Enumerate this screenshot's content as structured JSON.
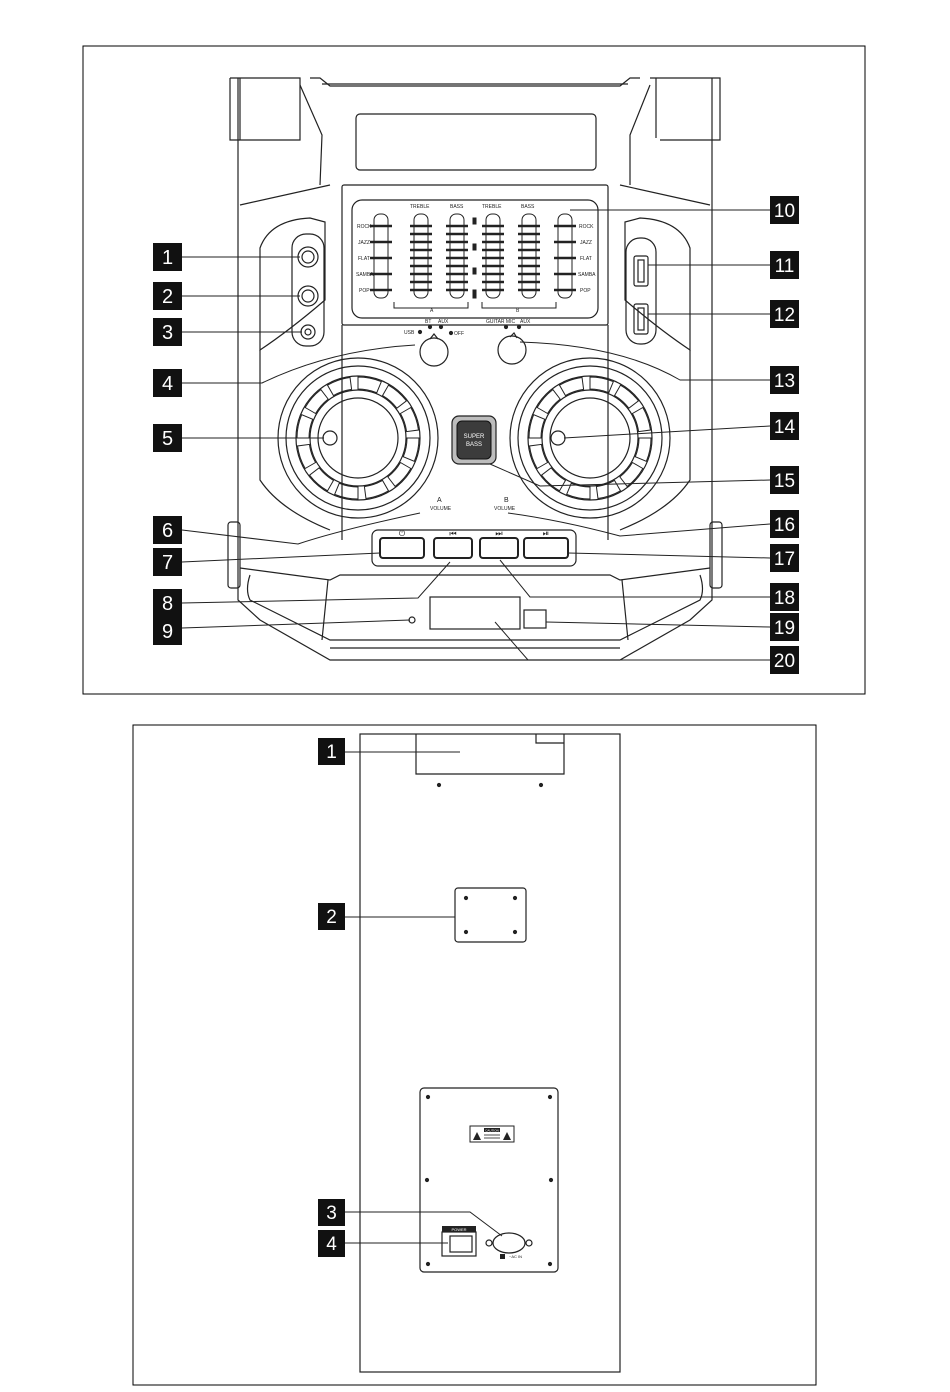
{
  "front": {
    "eq_labels": {
      "left": [
        "ROCK",
        "JAZZ",
        "FLAT",
        "SAMBA",
        "POP"
      ],
      "right": [
        "ROCK",
        "JAZZ",
        "FLAT",
        "SAMBA",
        "POP"
      ],
      "top": [
        "TREBLE",
        "BASS",
        "TREBLE",
        "BASS"
      ],
      "group_a": "A",
      "group_b": "B"
    },
    "source_selector": {
      "usb": "USB",
      "bt": "BT",
      "aux": "AUX",
      "off": "OFF"
    },
    "mic_selector": {
      "guitar_mic": "GUITAR MIC",
      "aux": "AUX"
    },
    "volume_a": {
      "letter": "A",
      "word": "VOLUME"
    },
    "volume_b": {
      "letter": "B",
      "word": "VOLUME"
    },
    "super_bass": {
      "line1": "SUPER",
      "line2": "BASS"
    },
    "buttons": [
      {
        "icon": "power-icon",
        "glyph": "⏻"
      },
      {
        "icon": "previous-icon",
        "glyph": "⏮"
      },
      {
        "icon": "next-icon",
        "glyph": "⏭"
      },
      {
        "icon": "play-pause-icon",
        "glyph": "⏯"
      }
    ],
    "callouts_left": [
      "1",
      "2",
      "3",
      "4",
      "5",
      "6",
      "7",
      "8",
      "9"
    ],
    "callouts_right": [
      "10",
      "11",
      "12",
      "13",
      "14",
      "15",
      "16",
      "17",
      "18",
      "19",
      "20"
    ]
  },
  "back": {
    "power_label": "POWER",
    "dc_label": "~AC IN",
    "warning_text": "CAUTION",
    "callouts": [
      "1",
      "2",
      "3",
      "4"
    ]
  }
}
